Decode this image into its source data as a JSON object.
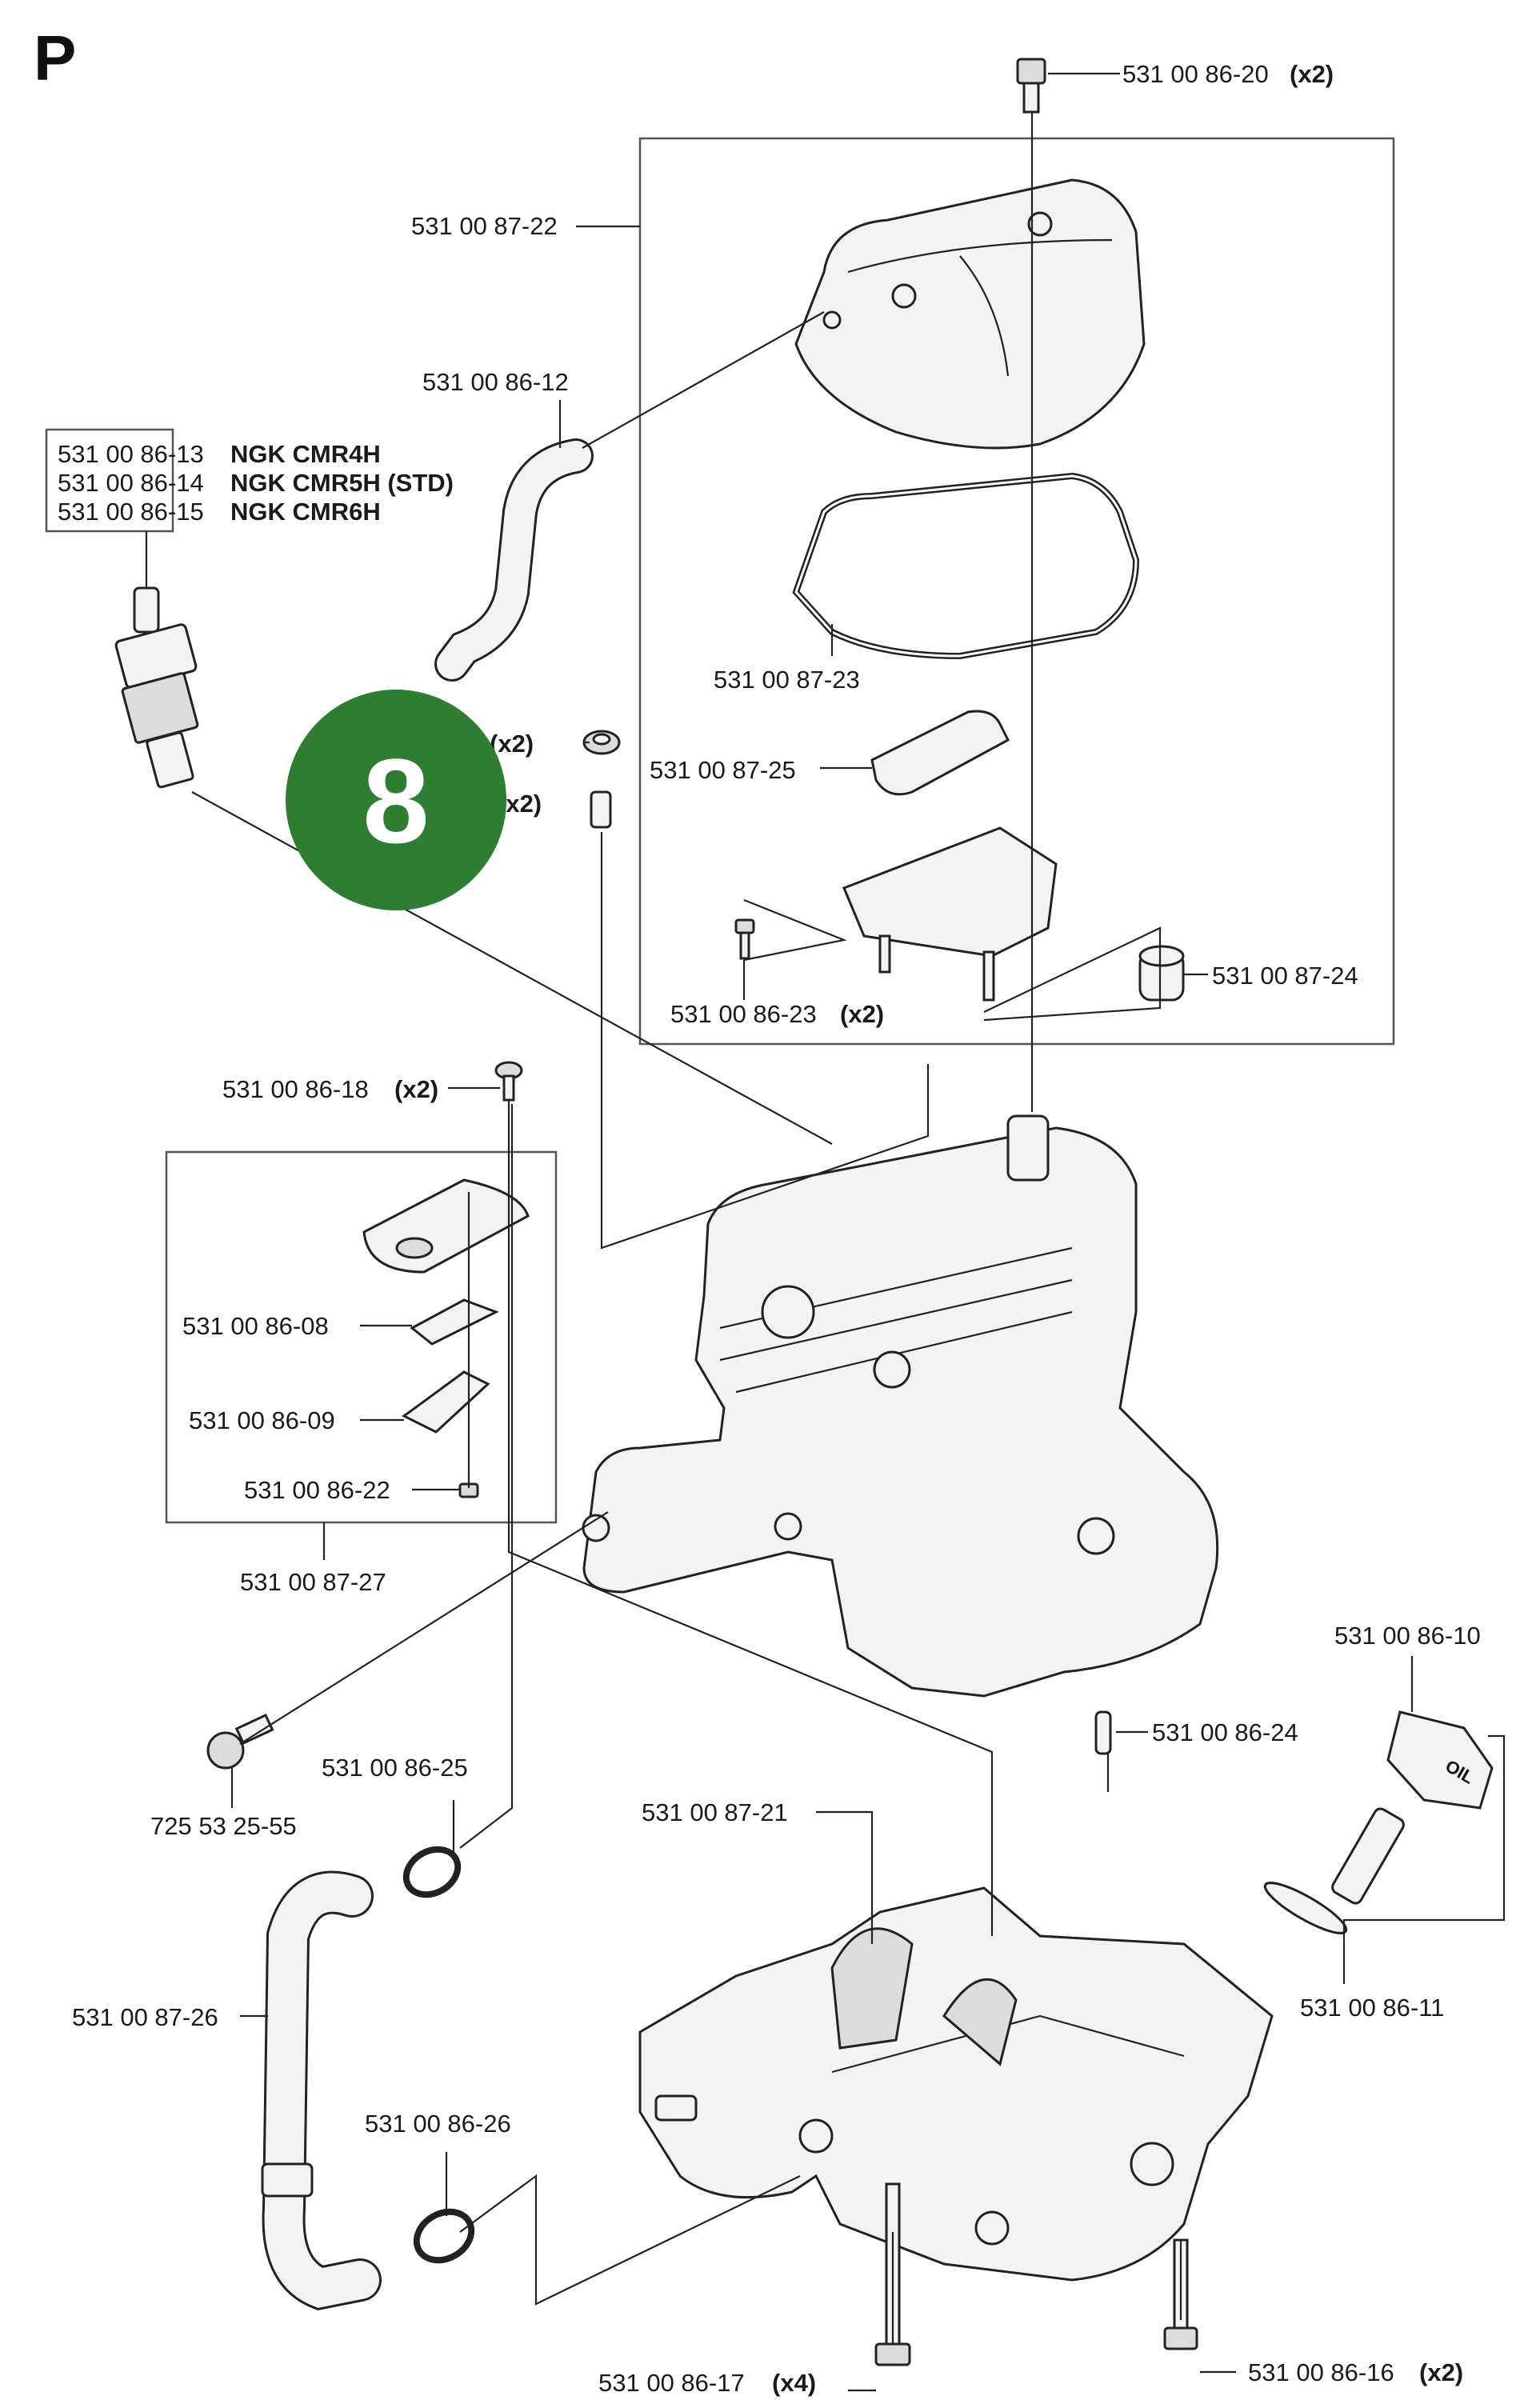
{
  "section_letter": "P",
  "badge_number": "8",
  "badge_color": "#2e7d32",
  "labels": {
    "screw_top": "531 00 86-20",
    "screw_top_qty": "(x2)",
    "valve_cover": "531 00 87-22",
    "hose_small": "531 00 86-12",
    "spark_plug_1": "531 00 86-13",
    "spark_plug_1_type": "NGK CMR4H",
    "spark_plug_2": "531 00 86-14",
    "spark_plug_2_type": "NGK CMR5H (STD)",
    "spark_plug_3": "531 00 86-15",
    "spark_plug_3_type": "NGK CMR6H",
    "gasket": "531 00 87-23",
    "nut_qty": "(x2)",
    "stud_qty": "(x2)",
    "filter": "531 00 87-25",
    "bracket_screw": "531 00 86-23",
    "bracket_screw_qty": "(x2)",
    "bushing": "531 00 87-24",
    "screw_left": "531 00 86-18",
    "screw_left_qty": "(x2)",
    "valve_plate": "531 00 86-08",
    "valve_plate2": "531 00 86-09",
    "small_screw": "531 00 86-22",
    "valve_kit": "531 00 87-27",
    "oil_cap": "531 00 86-10",
    "pin": "531 00 86-24",
    "cylinder": "531 00 87-21",
    "bolt": "725 53 25-55",
    "clamp_top": "531 00 86-25",
    "oil_seal": "531 00 86-11",
    "hose_large": "531 00 87-26",
    "clamp_bottom": "531 00 86-26",
    "bottom_screw": "531 00 86-17",
    "bottom_screw_qty": "(x4)",
    "bottom_screw2": "531 00 86-16",
    "bottom_screw2_qty": "(x2)",
    "oil_mark": "OIL"
  }
}
